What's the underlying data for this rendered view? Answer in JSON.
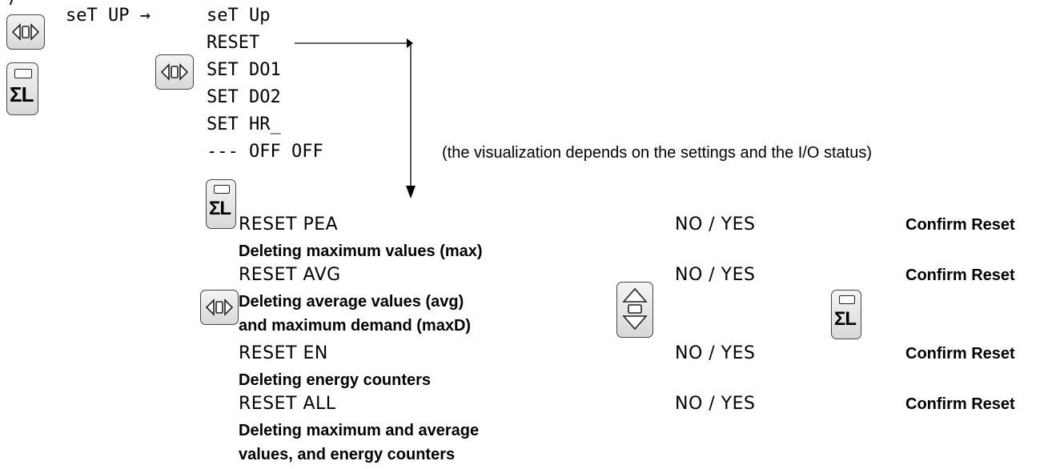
{
  "colors": {
    "ink": "#000000",
    "key_border": "#444444",
    "key_fill": "#e6e6e6"
  },
  "icons": {
    "lr": "left-right-arrows-key-icon",
    "sum": "sigma-L-key-icon",
    "ud": "up-down-arrows-key-icon"
  },
  "menu": {
    "start": "seT UP →",
    "title": "seT Up",
    "items": [
      "RESET",
      "SET DO1",
      "SET DO2",
      "SET HR_",
      "--- OFF OFF"
    ],
    "note": "(the visualization depends on the settings and the I/O status)"
  },
  "key_label": {
    "sum": "ΣL"
  },
  "reset_options": [
    {
      "label": "RESET PEA",
      "choice": "NO / YES",
      "action": "Confirm Reset",
      "desc": [
        "Deleting maximum values (max)"
      ]
    },
    {
      "label": "RESET AVG",
      "choice": "NO / YES",
      "action": "Confirm Reset",
      "desc": [
        "Deleting average values (avg)",
        "and maximum demand (maxD)"
      ]
    },
    {
      "label": "RESET EN",
      "choice": "NO / YES",
      "action": "Confirm Reset",
      "desc": [
        "Deleting energy counters"
      ]
    },
    {
      "label": "RESET ALL",
      "choice": "NO / YES",
      "action": "Confirm Reset",
      "desc": [
        "Deleting maximum and average",
        "values, and energy counters"
      ]
    }
  ]
}
